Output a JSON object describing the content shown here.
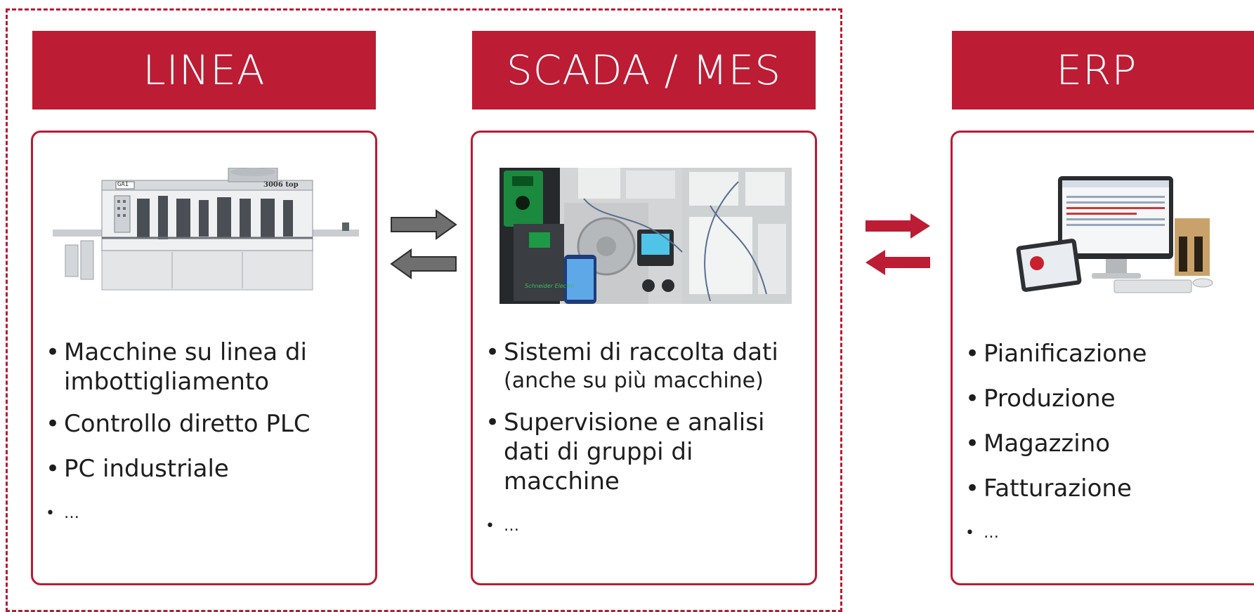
{
  "columns": [
    {
      "title": "LINEA",
      "image_label": "3006 top",
      "image_brand": "GAI",
      "bullets": [
        "Macchine su linea di imbottigliamento",
        "Controllo diretto PLC",
        "PC industriale",
        "…"
      ]
    },
    {
      "title": "SCADA / MES",
      "image_brand": "Schneider Electric",
      "bullets": [
        "Sistemi di raccolta dati",
        "Supervisione e analisi dati di gruppi di macchine",
        "…"
      ],
      "bullet_sub": "(anche su più macchine)"
    },
    {
      "title": "ERP",
      "bullets": [
        "Pianificazione",
        "Produzione",
        "Magazzino",
        "Fatturazione",
        "…"
      ]
    }
  ],
  "colors": {
    "accent": "#bc1c34",
    "arrow_gray": "#6f6f6f",
    "arrow_red": "#bc1c34"
  },
  "icons": [
    "right-arrow-icon",
    "left-arrow-icon"
  ]
}
